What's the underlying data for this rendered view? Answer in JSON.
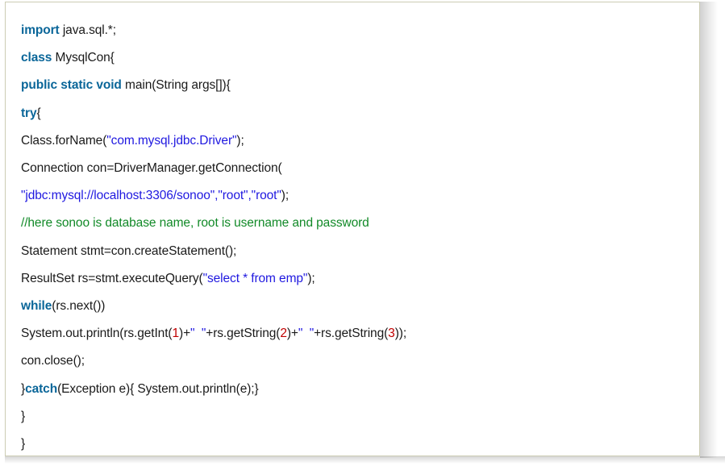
{
  "code_block": {
    "language": "java",
    "colors": {
      "background": "#ffffff",
      "border": "#ccccb3",
      "keyword": "#0a6699",
      "string": "#1f18e0",
      "comment": "#128a28",
      "number": "#c00000",
      "plain": "#1a1a1a"
    },
    "plain_text": "import java.sql.*;\nclass MysqlCon{\npublic static void main(String args[]){\ntry{\nClass.forName(\"com.mysql.jdbc.Driver\");\nConnection con=DriverManager.getConnection(\n\"jdbc:mysql://localhost:3306/sonoo\",\"root\",\"root\");\n//here sonoo is database name, root is username and password\nStatement stmt=con.createStatement();\nResultSet rs=stmt.executeQuery(\"select * from emp\");\nwhile(rs.next())\nSystem.out.println(rs.getInt(1)+\" \"+rs.getString(2)+\" \"+rs.getString(3));\ncon.close();\n}catch(Exception e){ System.out.println(e);}\n}\n}",
    "lines": [
      {
        "n": 1,
        "tokens": [
          {
            "t": "import",
            "c": "kw"
          },
          {
            "t": " java.sql.*;",
            "c": "pln"
          }
        ]
      },
      {
        "n": 2,
        "tokens": [
          {
            "t": "class",
            "c": "kw"
          },
          {
            "t": " MysqlCon{",
            "c": "pln"
          }
        ]
      },
      {
        "n": 3,
        "tokens": [
          {
            "t": "public static void",
            "c": "kw"
          },
          {
            "t": " main(String args[]){",
            "c": "pln"
          }
        ]
      },
      {
        "n": 4,
        "tokens": [
          {
            "t": "try",
            "c": "kw"
          },
          {
            "t": "{",
            "c": "pln"
          }
        ]
      },
      {
        "n": 5,
        "tokens": [
          {
            "t": "Class.forName(",
            "c": "pln"
          },
          {
            "t": "\"com.mysql.jdbc.Driver\"",
            "c": "str"
          },
          {
            "t": ");",
            "c": "pln"
          }
        ]
      },
      {
        "n": 6,
        "tokens": [
          {
            "t": "Connection con=DriverManager.getConnection(",
            "c": "pln"
          }
        ]
      },
      {
        "n": 7,
        "tokens": [
          {
            "t": "\"jdbc:mysql://localhost:3306/sonoo\",\"root\",\"root\"",
            "c": "str"
          },
          {
            "t": ");",
            "c": "pln"
          }
        ]
      },
      {
        "n": 8,
        "tokens": [
          {
            "t": "//here sonoo is database name, root is username and password",
            "c": "cmt"
          }
        ]
      },
      {
        "n": 9,
        "tokens": [
          {
            "t": "Statement stmt=con.createStatement();",
            "c": "pln"
          }
        ]
      },
      {
        "n": 10,
        "tokens": [
          {
            "t": "ResultSet rs=stmt.executeQuery(",
            "c": "pln"
          },
          {
            "t": "\"select * from emp\"",
            "c": "str"
          },
          {
            "t": ");",
            "c": "pln"
          }
        ]
      },
      {
        "n": 11,
        "tokens": [
          {
            "t": "while",
            "c": "kw"
          },
          {
            "t": "(rs.next())",
            "c": "pln"
          }
        ]
      },
      {
        "n": 12,
        "tokens": [
          {
            "t": "System.out.println(rs.getInt(",
            "c": "pln"
          },
          {
            "t": "1",
            "c": "num"
          },
          {
            "t": ")+",
            "c": "pln"
          },
          {
            "t": "\"  \"",
            "c": "str"
          },
          {
            "t": "+rs.getString(",
            "c": "pln"
          },
          {
            "t": "2",
            "c": "num"
          },
          {
            "t": ")+",
            "c": "pln"
          },
          {
            "t": "\"  \"",
            "c": "str"
          },
          {
            "t": "+rs.getString(",
            "c": "pln"
          },
          {
            "t": "3",
            "c": "num"
          },
          {
            "t": "));",
            "c": "pln"
          }
        ]
      },
      {
        "n": 13,
        "tokens": [
          {
            "t": "con.close();",
            "c": "pln"
          }
        ]
      },
      {
        "n": 14,
        "tokens": [
          {
            "t": "}",
            "c": "pln"
          },
          {
            "t": "catch",
            "c": "kw"
          },
          {
            "t": "(Exception e){ System.out.println(e);}",
            "c": "pln"
          }
        ]
      },
      {
        "n": 15,
        "tokens": [
          {
            "t": "}",
            "c": "pln"
          }
        ]
      },
      {
        "n": 16,
        "tokens": [
          {
            "t": "}",
            "c": "pln"
          }
        ]
      }
    ]
  }
}
